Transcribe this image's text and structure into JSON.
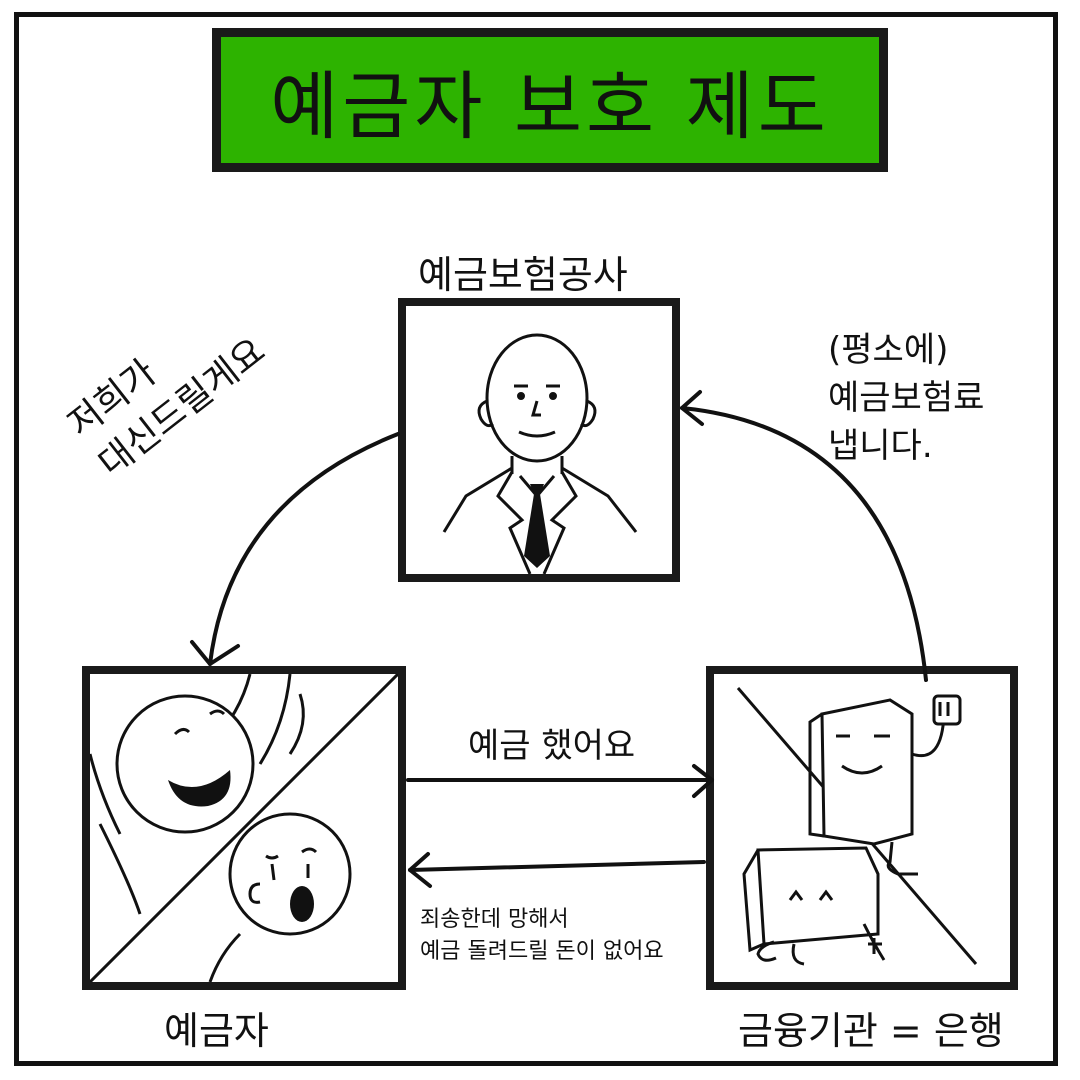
{
  "title": "예금자 보호 제도",
  "nodes": {
    "insurer": {
      "label": "예금보험공사"
    },
    "depositor": {
      "label": "예금자"
    },
    "bank": {
      "label": "금융기관 = 은행"
    }
  },
  "edges": {
    "insurer_to_depositor": {
      "line1": "저희가",
      "line2": "대신드릴게요"
    },
    "bank_to_insurer": {
      "line1": "(평소에)",
      "line2": "예금보험료",
      "line3": "냅니다."
    },
    "depositor_to_bank": {
      "text": "예금 했어요"
    },
    "bank_to_depositor": {
      "line1": "죄송한데 망해서",
      "line2": "예금 돌려드릴 돈이 없어요"
    }
  }
}
